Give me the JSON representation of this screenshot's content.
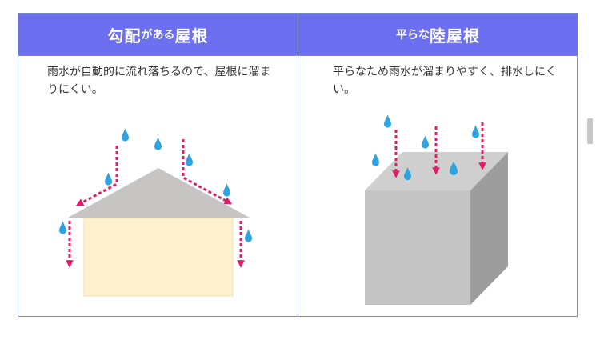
{
  "left": {
    "title_main_1": "勾配",
    "title_small": "がある",
    "title_main_2": "屋根",
    "description": "雨水が自動的に流れ落ちるので、屋根に溜まりにくい。"
  },
  "right": {
    "title_small": "平らな",
    "title_main": "陸屋根",
    "description": "平らなため雨水が溜まりやすく、排水しにくい。"
  },
  "colors": {
    "header_bg": "#6b6ff0",
    "arrow": "#e8196b",
    "drop": "#2da3e0",
    "roof": "#c7c4c4",
    "wall": "#fdf0cf",
    "cube_top": "#cfcfcf",
    "cube_front": "#c4c4c4",
    "cube_side": "#9d9d9d"
  }
}
